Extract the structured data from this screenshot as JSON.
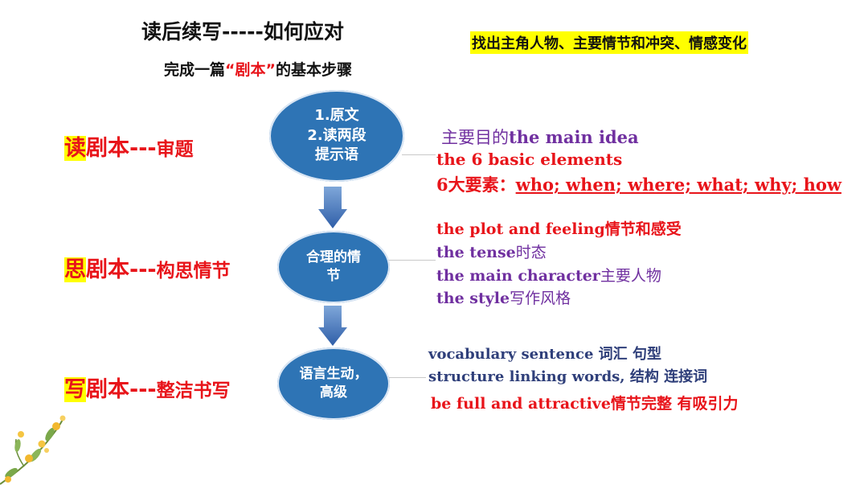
{
  "header": {
    "title": "读后续写-----如何应对",
    "subtitle_pre": "完成一篇",
    "subtitle_quote": "“剧本”",
    "subtitle_post": "的基本步骤",
    "banner": "找出主角人物、主要情节和冲突、情感变化"
  },
  "steps": [
    {
      "highlight": "读",
      "title": "剧本---",
      "action": "审题"
    },
    {
      "highlight": "思",
      "title": "剧本---",
      "action": "构思情节"
    },
    {
      "highlight": "写",
      "title": "剧本---",
      "action": "整洁书写"
    }
  ],
  "nodes": [
    {
      "lines": [
        "1.原文",
        "2.读两段",
        "提示语"
      ]
    },
    {
      "lines": [
        "合理的情",
        "节"
      ]
    },
    {
      "lines": [
        "语言生动，",
        "高级"
      ]
    }
  ],
  "notes": {
    "read": {
      "main_idea_cn": "主要目的",
      "main_idea_en": "the main idea",
      "elements": "the 6 basic elements",
      "six_prefix": "6大要素：",
      "six_list": "who; when; where; what; why; how"
    },
    "think": {
      "plot_en": "the plot  and feeling",
      "plot_cn": "情节和感受",
      "tense_en": "the tense",
      "tense_cn": "时态",
      "character_en": "the main character",
      "character_cn": "主要人物",
      "style_en": "the style",
      "style_cn": "写作风格"
    },
    "write": {
      "line1": "vocabulary  sentence 词汇  句型",
      "line2": "structure   linking words,  结构   连接词",
      "line3_en": "be full and attractive",
      "line3_cn": "情节完整 有吸引力"
    }
  },
  "colors": {
    "node_fill": "#2e74b5",
    "step_red": "#e8141a",
    "highlight_yellow": "#ffff00",
    "note_purple": "#7030a0"
  }
}
